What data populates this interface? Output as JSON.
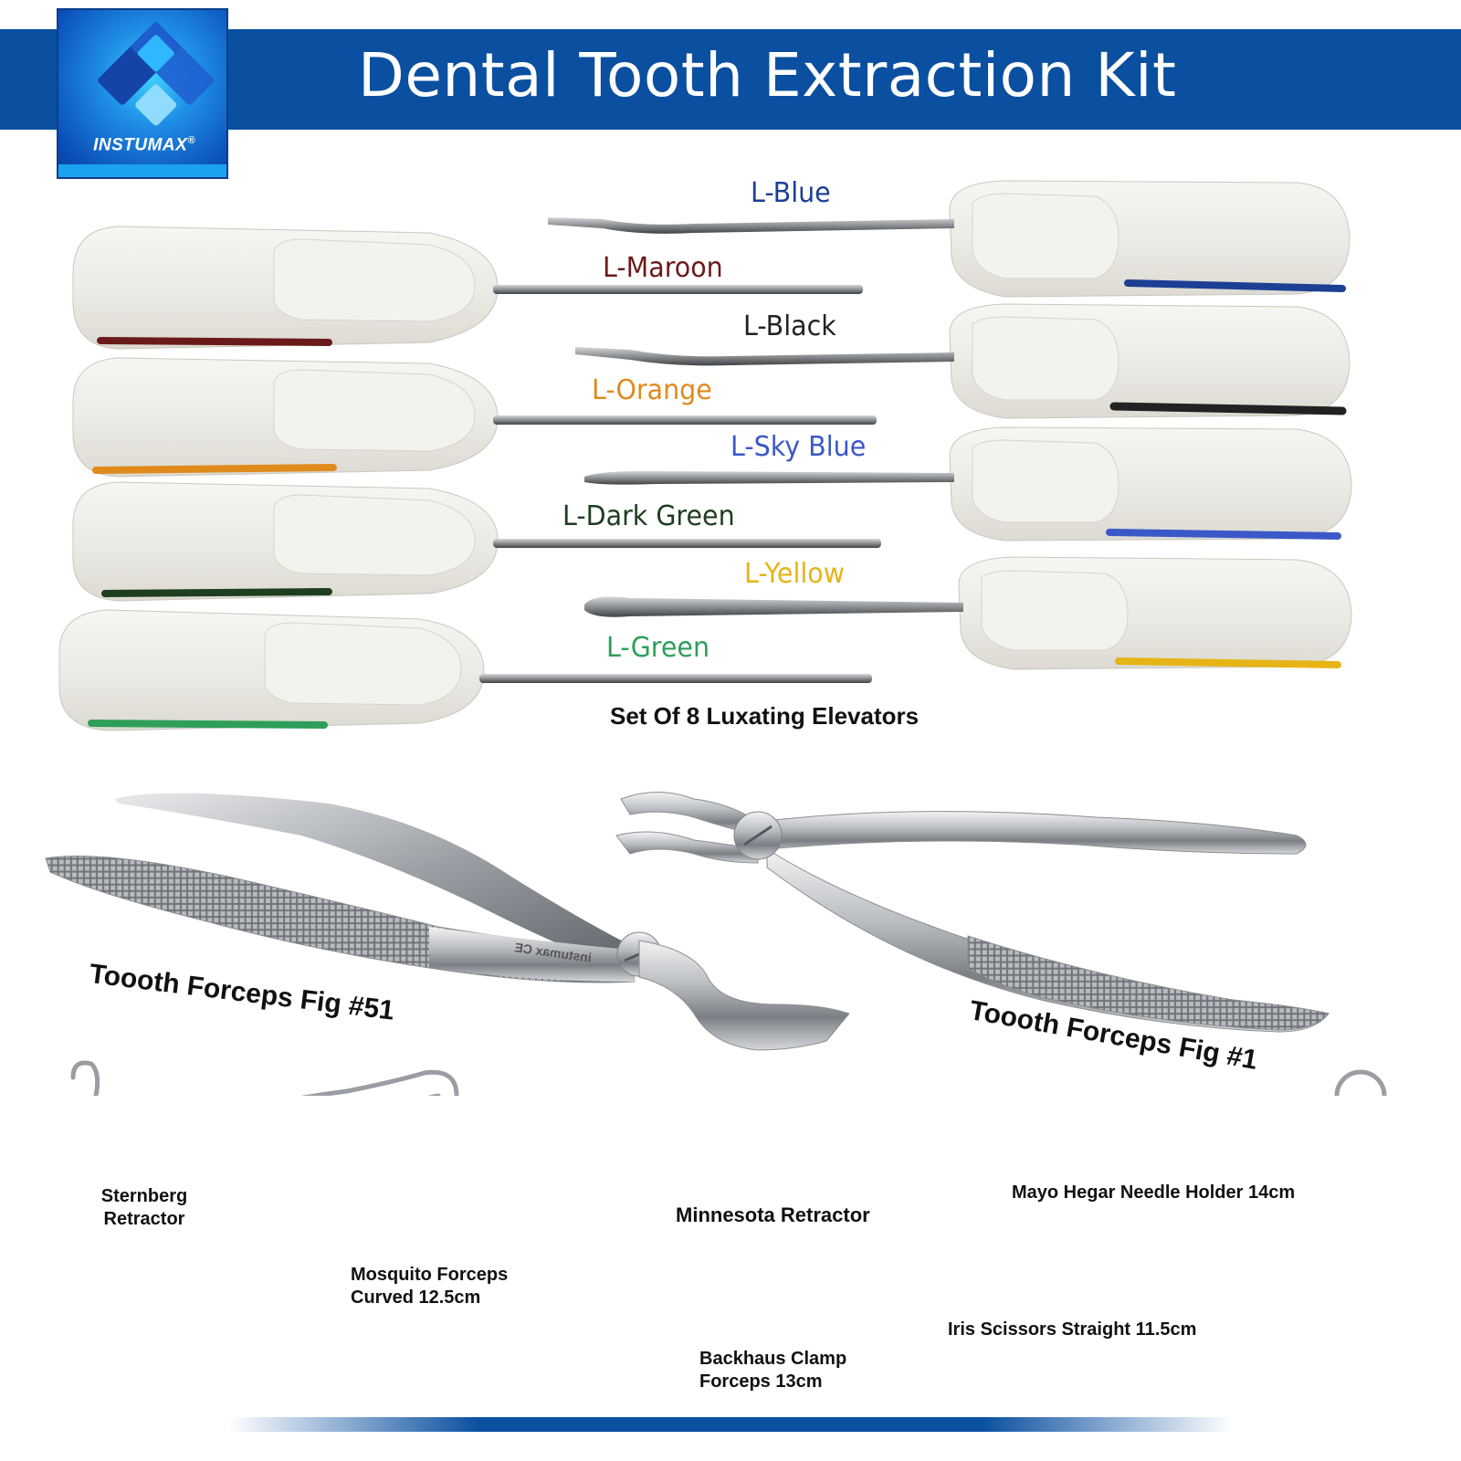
{
  "header": {
    "title": "Dental Tooth Extraction Kit",
    "brand": "INSTUMAX",
    "brand_mark": "®"
  },
  "elevators": {
    "caption": "Set Of 8 Luxating Elevators",
    "items": [
      {
        "label": "L-Blue",
        "color": "#1c3f94"
      },
      {
        "label": "L-Maroon",
        "color": "#6b1a1a"
      },
      {
        "label": "L-Black",
        "color": "#222222"
      },
      {
        "label": "L-Orange",
        "color": "#e08a1c"
      },
      {
        "label": "L-Sky Blue",
        "color": "#3b58c8"
      },
      {
        "label": "L-Dark Green",
        "color": "#1f3d1f"
      },
      {
        "label": "L-Yellow",
        "color": "#e6b416"
      },
      {
        "label": "L-Green",
        "color": "#2e9e5a"
      }
    ]
  },
  "forceps": {
    "fig51": "Toooth Forceps Fig #51",
    "fig1": "Toooth Forceps Fig #1",
    "engraving": "instumax CE"
  },
  "tools": {
    "sternberg": [
      "Sternberg",
      "Retractor"
    ],
    "minnesota": "Minnesota Retractor",
    "mayo": "Mayo Hegar Needle Holder 14cm",
    "mosquito": [
      "Mosquito Forceps",
      "Curved 12.5cm"
    ],
    "backhaus": [
      "Backhaus Clamp",
      "Forceps 13cm"
    ],
    "iris": "Iris Scissors Straight 11.5cm"
  }
}
